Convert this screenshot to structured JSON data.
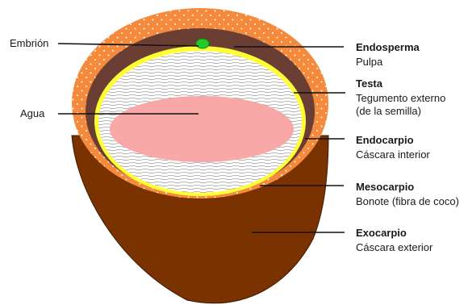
{
  "labels": {
    "embrion": "Embrión",
    "agua": "Agua",
    "endosperma_title": "Endosperma",
    "endosperma_sub": "Pulpa",
    "testa_title": "Testa",
    "testa_sub1": "Tegumento externo",
    "testa_sub2": "(de la semilla)",
    "endocarpio_title": "Endocarpio",
    "endocarpio_sub": "Cáscara interior",
    "mesocarpio_title": "Mesocarpio",
    "mesocarpio_sub": "Bonote (fibra de coco)",
    "exocarpio_title": "Exocarpio",
    "exocarpio_sub": "Cáscara exterior"
  },
  "colors": {
    "exocarp": "#7a3300",
    "mesocarp": "#f58a3c",
    "endocarp": "#6b3e34",
    "testa": "#ffff33",
    "endosperm": "#ffffff",
    "water": "#f9a8a8",
    "embryo": "#22cc22",
    "line": "#111111"
  }
}
